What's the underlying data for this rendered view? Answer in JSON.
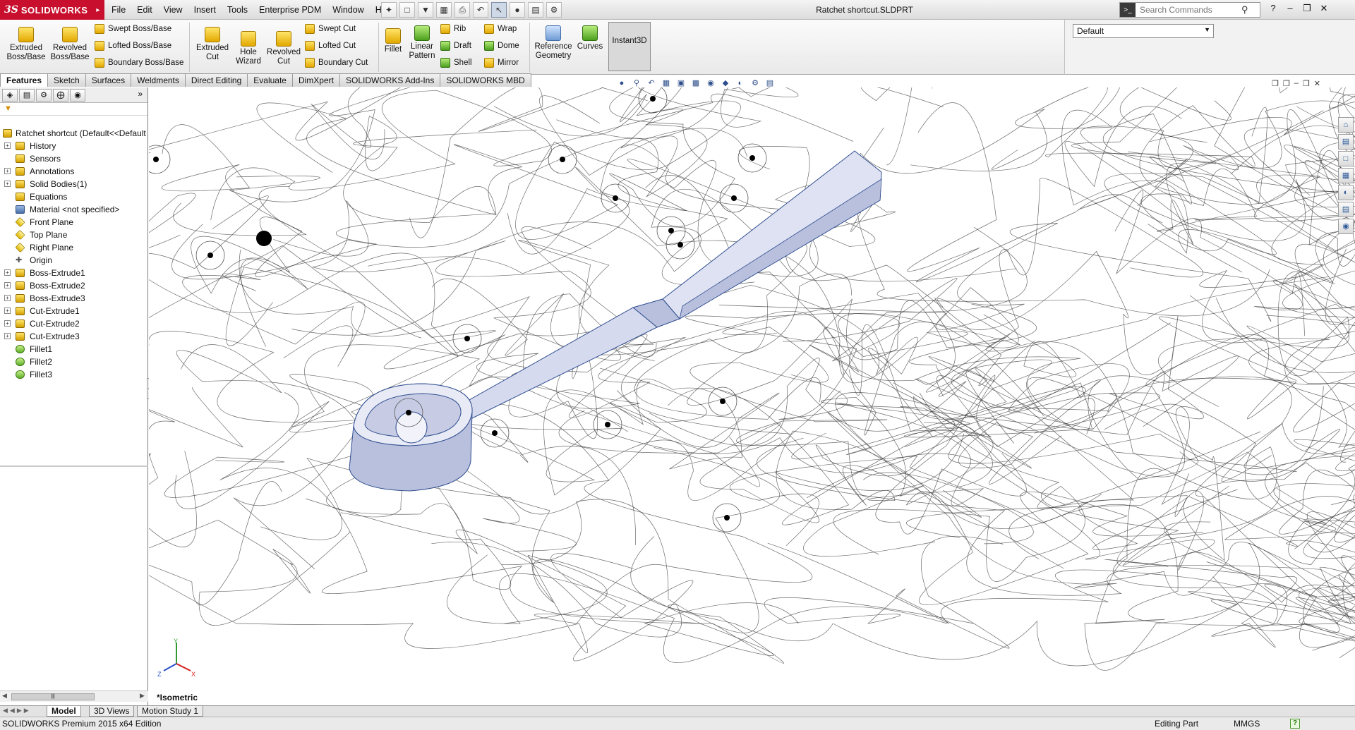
{
  "app": {
    "brand": "SOLIDWORKS",
    "brand_prefix": "3S",
    "document_title": "Ratchet shortcut.SLDPRT"
  },
  "menu": [
    "File",
    "Edit",
    "View",
    "Insert",
    "Tools",
    "Enterprise PDM",
    "Window",
    "Help"
  ],
  "search": {
    "placeholder": "Search Commands"
  },
  "ribbon": {
    "extruded_boss": "Extruded Boss/Base",
    "revolved_boss": "Revolved Boss/Base",
    "swept_boss": "Swept Boss/Base",
    "lofted_boss": "Lofted Boss/Base",
    "boundary_boss": "Boundary Boss/Base",
    "extruded_cut": "Extruded Cut",
    "hole_wizard": "Hole Wizard",
    "revolved_cut": "Revolved Cut",
    "swept_cut": "Swept Cut",
    "lofted_cut": "Lofted Cut",
    "boundary_cut": "Boundary Cut",
    "fillet": "Fillet",
    "linear_pattern": "Linear Pattern",
    "rib": "Rib",
    "draft": "Draft",
    "shell": "Shell",
    "wrap": "Wrap",
    "dome": "Dome",
    "mirror": "Mirror",
    "reference_geometry": "Reference Geometry",
    "curves": "Curves",
    "instant3d": "Instant3D"
  },
  "configuration": {
    "selected": "Default"
  },
  "tabs": [
    "Features",
    "Sketch",
    "Surfaces",
    "Weldments",
    "Direct Editing",
    "Evaluate",
    "DimXpert",
    "SOLIDWORKS Add-Ins",
    "SOLIDWORKS MBD"
  ],
  "tree": {
    "root": "Ratchet shortcut  (Default<<Default",
    "items": [
      {
        "label": "History",
        "icon": "history-icon",
        "expandable": true
      },
      {
        "label": "Sensors",
        "icon": "sensor-icon",
        "expandable": false
      },
      {
        "label": "Annotations",
        "icon": "annotation-icon",
        "expandable": true
      },
      {
        "label": "Solid Bodies(1)",
        "icon": "solid-bodies-icon",
        "expandable": true
      },
      {
        "label": "Equations",
        "icon": "equations-icon",
        "expandable": false
      },
      {
        "label": "Material <not specified>",
        "icon": "material-icon",
        "expandable": false
      },
      {
        "label": "Front Plane",
        "icon": "plane-icon",
        "expandable": false
      },
      {
        "label": "Top Plane",
        "icon": "plane-icon",
        "expandable": false
      },
      {
        "label": "Right Plane",
        "icon": "plane-icon",
        "expandable": false
      },
      {
        "label": "Origin",
        "icon": "origin-icon",
        "expandable": false
      },
      {
        "label": "Boss-Extrude1",
        "icon": "boss-extrude-icon",
        "expandable": true
      },
      {
        "label": "Boss-Extrude2",
        "icon": "boss-extrude-icon",
        "expandable": true
      },
      {
        "label": "Boss-Extrude3",
        "icon": "boss-extrude-icon",
        "expandable": true
      },
      {
        "label": "Cut-Extrude1",
        "icon": "cut-extrude-icon",
        "expandable": true
      },
      {
        "label": "Cut-Extrude2",
        "icon": "cut-extrude-icon",
        "expandable": true
      },
      {
        "label": "Cut-Extrude3",
        "icon": "cut-extrude-icon",
        "expandable": true
      },
      {
        "label": "Fillet1",
        "icon": "fillet-icon",
        "expandable": false
      },
      {
        "label": "Fillet2",
        "icon": "fillet-icon",
        "expandable": false
      },
      {
        "label": "Fillet3",
        "icon": "fillet-icon",
        "expandable": false
      }
    ]
  },
  "viewport": {
    "view_name": "*Isometric",
    "triad": {
      "x": "X",
      "y": "Y",
      "z": "Z"
    }
  },
  "bottom_tabs": [
    "Model",
    "3D Views",
    "Motion Study 1"
  ],
  "status": {
    "product": "SOLIDWORKS Premium 2015 x64 Edition",
    "mode": "Editing Part",
    "units": "MMGS",
    "help": "?"
  },
  "colors": {
    "brand_red": "#c8102e",
    "feature_yellow": "#e2a800",
    "model_body": "#b9c0dd",
    "edge_blue": "#2f4e8f"
  }
}
